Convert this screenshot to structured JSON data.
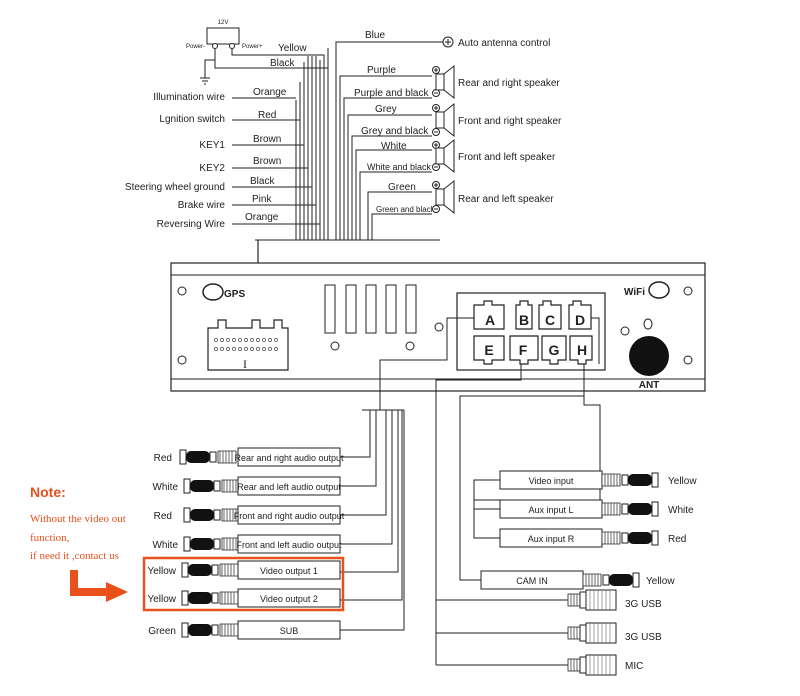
{
  "top_harness": {
    "battery_label": "12V",
    "power_minus": "Power-",
    "power_plus": "Power+",
    "left_wires": [
      {
        "name": "",
        "color": "Yellow"
      },
      {
        "name": "",
        "color": "Black"
      },
      {
        "name": "Illumination wire",
        "color": "Orange"
      },
      {
        "name": "Lgnition switch",
        "color": "Red"
      },
      {
        "name": "KEY1",
        "color": "Brown"
      },
      {
        "name": "KEY2",
        "color": "Brown"
      },
      {
        "name": "Steering wheel ground",
        "color": "Black"
      },
      {
        "name": "Brake wire",
        "color": "Pink"
      },
      {
        "name": "Reversing Wire",
        "color": "Orange"
      }
    ],
    "antenna": {
      "color": "Blue",
      "label": "Auto antenna control"
    },
    "speakers": [
      {
        "plus_color": "Purple",
        "minus_color": "Purple and black",
        "label": "Rear and right speaker"
      },
      {
        "plus_color": "Grey",
        "minus_color": "Grey and black",
        "label": "Front and right speaker"
      },
      {
        "plus_color": "White",
        "minus_color": "White and black",
        "label": "Front and left speaker"
      },
      {
        "plus_color": "Green",
        "minus_color": "Green and black",
        "label": "Rear and left speaker"
      }
    ]
  },
  "unit": {
    "gps": "GPS",
    "wifi": "WiFi",
    "ant": "ANT",
    "connector_mark": "I",
    "ports_top": [
      "A",
      "B",
      "C",
      "D"
    ],
    "ports_bottom": [
      "E",
      "F",
      "G",
      "H"
    ]
  },
  "outputs": [
    {
      "color": "Red",
      "label": "Rear and right audio output"
    },
    {
      "color": "White",
      "label": "Rear and left audio output"
    },
    {
      "color": "Red",
      "label": "Front and right audio output"
    },
    {
      "color": "White",
      "label": "Front and left audio output"
    },
    {
      "color": "Yellow",
      "label": "Video output 1"
    },
    {
      "color": "Yellow",
      "label": "Video output 2"
    },
    {
      "color": "Green",
      "label": "SUB"
    }
  ],
  "inputs": [
    {
      "label": "Video input",
      "color": "Yellow"
    },
    {
      "label": "Aux input L",
      "color": "White"
    },
    {
      "label": "Aux input R",
      "color": "Red"
    }
  ],
  "cam": {
    "label": "CAM IN",
    "color": "Yellow"
  },
  "usb": [
    {
      "label": "3G USB"
    },
    {
      "label": "3G USB"
    },
    {
      "label": "MIC"
    }
  ],
  "note": {
    "title": "Note:",
    "line1": "Without the video out",
    "line2": "function,",
    "line3": "if need it ,contact us"
  },
  "colors": {
    "accent": "#e8501c",
    "line": "#222222"
  }
}
